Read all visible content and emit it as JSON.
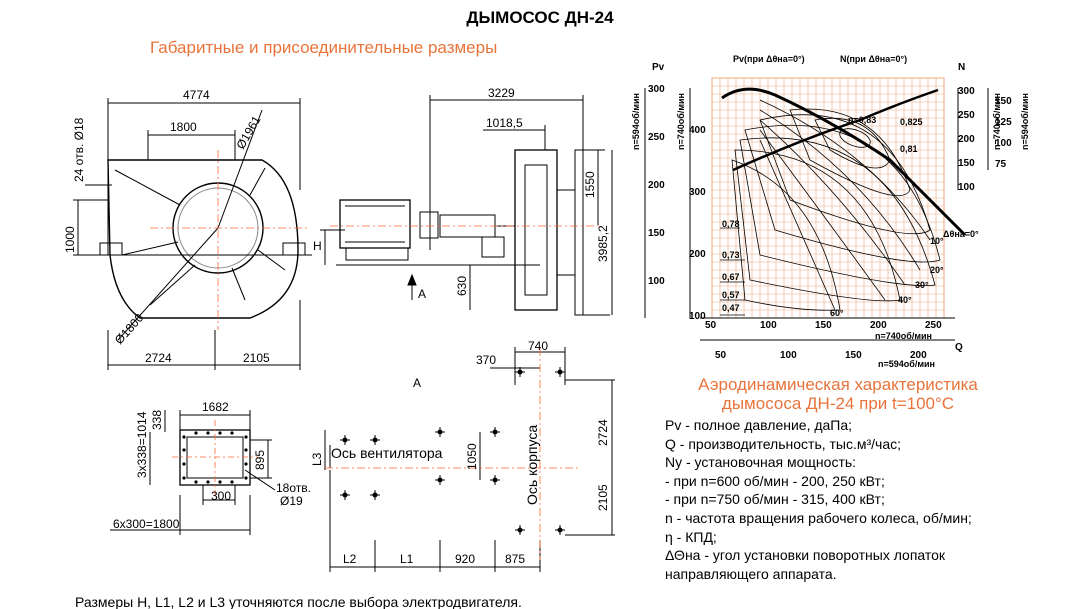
{
  "title": "ДЫМОСОС ДН-24",
  "subtitle": "Габаритные и присоединительные размеры",
  "front_view": {
    "dims": [
      "4774",
      "1800",
      "24 отв. Ø18",
      "Ø1961",
      "1000",
      "Ø1800",
      "2724",
      "2105"
    ]
  },
  "side_view": {
    "dims": [
      "3229",
      "1018,5",
      "1550",
      "3985,2",
      "H",
      "630",
      "A"
    ]
  },
  "flange_view": {
    "dims": [
      "1682",
      "338",
      "3x338=1014",
      "895",
      "18отв.",
      "Ø19",
      "300",
      "6x300=1800"
    ]
  },
  "foundation_view": {
    "title": "A",
    "labels": [
      "Ось вентилятора",
      "Ось корпуса"
    ],
    "dims": [
      "740",
      "370",
      "2724",
      "2105",
      "1050",
      "L3",
      "L2",
      "L1",
      "920",
      "875"
    ]
  },
  "aero_chart": {
    "left_axis_labels": {
      "pv": "Pv",
      "n594": "n=594об/мин",
      "n740": "n=740об/мин"
    },
    "right_axis_labels": {
      "n": "N",
      "n740": "n=740об/мин",
      "n594": "n=594об/мин"
    },
    "curve_labels": {
      "pv": "Pv(при Δθна=0°)",
      "n": "N(при Δθна=0°)"
    },
    "pv_ticks_594": [
      "300",
      "250",
      "200",
      "150",
      "100"
    ],
    "pv_ticks_740": [
      "400",
      "300",
      "200",
      "100"
    ],
    "n_ticks_740": [
      "300",
      "250",
      "200",
      "150",
      "100"
    ],
    "n_ticks_594": [
      "150",
      "125",
      "100",
      "75"
    ],
    "q_ticks_740": [
      "50",
      "100",
      "150",
      "200",
      "250"
    ],
    "q_ticks_594": [
      "50",
      "100",
      "150",
      "200"
    ],
    "q_axis_name": "Q",
    "q_label_740": "n=740об/мин",
    "q_label_594": "n=594об/мин",
    "efficiency_labels": [
      "η=0,83",
      "0,825",
      "0,81",
      "0,78",
      "0,73",
      "0,67",
      "0,57",
      "0,47"
    ],
    "angle_labels": [
      "Δθна=0°",
      "10°",
      "20°",
      "30°",
      "40°",
      "60°"
    ]
  },
  "aero_caption_line1": "Аэродинамическая характеристика",
  "aero_caption_line2": "дымососа ДН-24 при t=100°C",
  "legend": [
    "Pv - полное давление, даПа;",
    "Q - производительность, тыс.м³/час;",
    "Ny - установочная мощность:",
    "- при n=600 об/мин - 200, 250 кВт;",
    "- при n=750 об/мин - 315, 400 кВт;",
    "n - частота вращения рабочего колеса, об/мин;",
    "η - КПД;",
    "ΔΘна - угол установки поворотных лопаток",
    "направляющего аппарата."
  ],
  "footnote": "Размеры  H, L1, L2 и L3 уточняются после выбора электродвигателя.",
  "colors": {
    "accent": "#e8743b",
    "grid": "#f2a77e",
    "line": "#000000",
    "center": "#ff6633"
  }
}
